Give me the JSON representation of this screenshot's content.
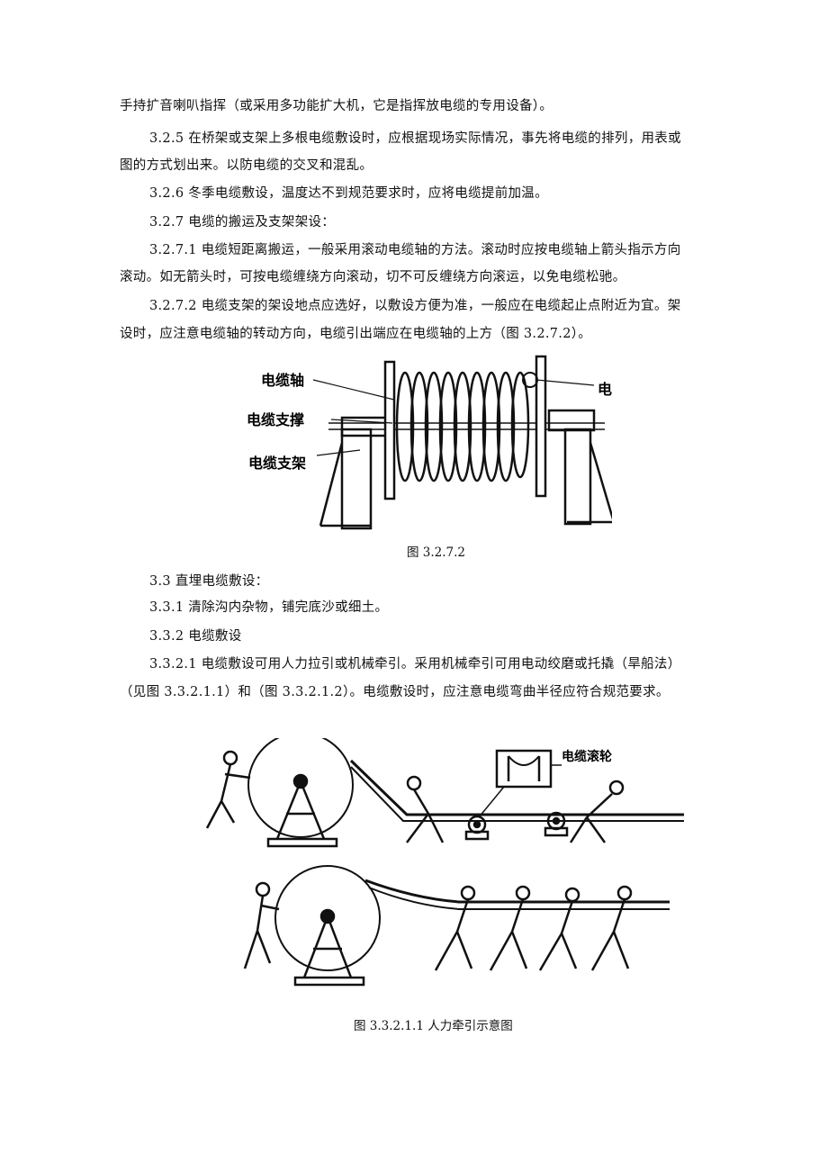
{
  "paragraphs": {
    "p0": "手持扩音喇叭指挥（或采用多功能扩大机，它是指挥放电缆的专用设备）。",
    "p1a": "3.2.5 在桥架或支架上多根电缆敷设时，应根据现场实际情况，事先将电缆的排列，用表或",
    "p1b": "图的方式划出来。以防电缆的交叉和混乱。",
    "p2": "3.2.6 冬季电缆敷设，温度达不到规范要求时，应将电缆提前加温。",
    "p3": "3.2.7 电缆的搬运及支架架设：",
    "p4a": "3.2.7.1 电缆短距离搬运，一般采用滚动电缆轴的方法。滚动时应按电缆轴上箭头指示方向",
    "p4b": "滚动。如无箭头时，可按电缆缠绕方向滚动，切不可反缠绕方向滚运，以免电缆松驰。",
    "p5a": "3.2.7.2 电缆支架的架设地点应选好，以敷设方便为准，一般应在电缆起止点附近为宜。架",
    "p5b": "设时，应注意电缆轴的转动方向，电缆引出端应在电缆轴的上方（图 3.2.7.2）。",
    "p6": "3.3 直埋电缆敷设：",
    "p7": "3.3.1 清除沟内杂物，铺完底沙或细土。",
    "p8": "3.3.2 电缆敷设",
    "p9a": "3.3.2.1 电缆敷设可用人力拉引或机械牵引。采用机械牵引可用电动绞磨或托撬（旱船法）",
    "p9b": "（见图 3.3.2.1.1）和（图 3.3.2.1.2）。电缆敷设时，应注意电缆弯曲半径应符合规范要求。"
  },
  "figure1": {
    "labels": {
      "axis": "电缆轴",
      "support": "电缆支撑",
      "frame": "电缆支架",
      "cable": "电缆"
    },
    "caption": "图 3.2.7.2"
  },
  "figure2": {
    "labels": {
      "roller": "电缆滚轮"
    },
    "caption": "图 3.3.2.1.1 人力牵引示意图"
  }
}
